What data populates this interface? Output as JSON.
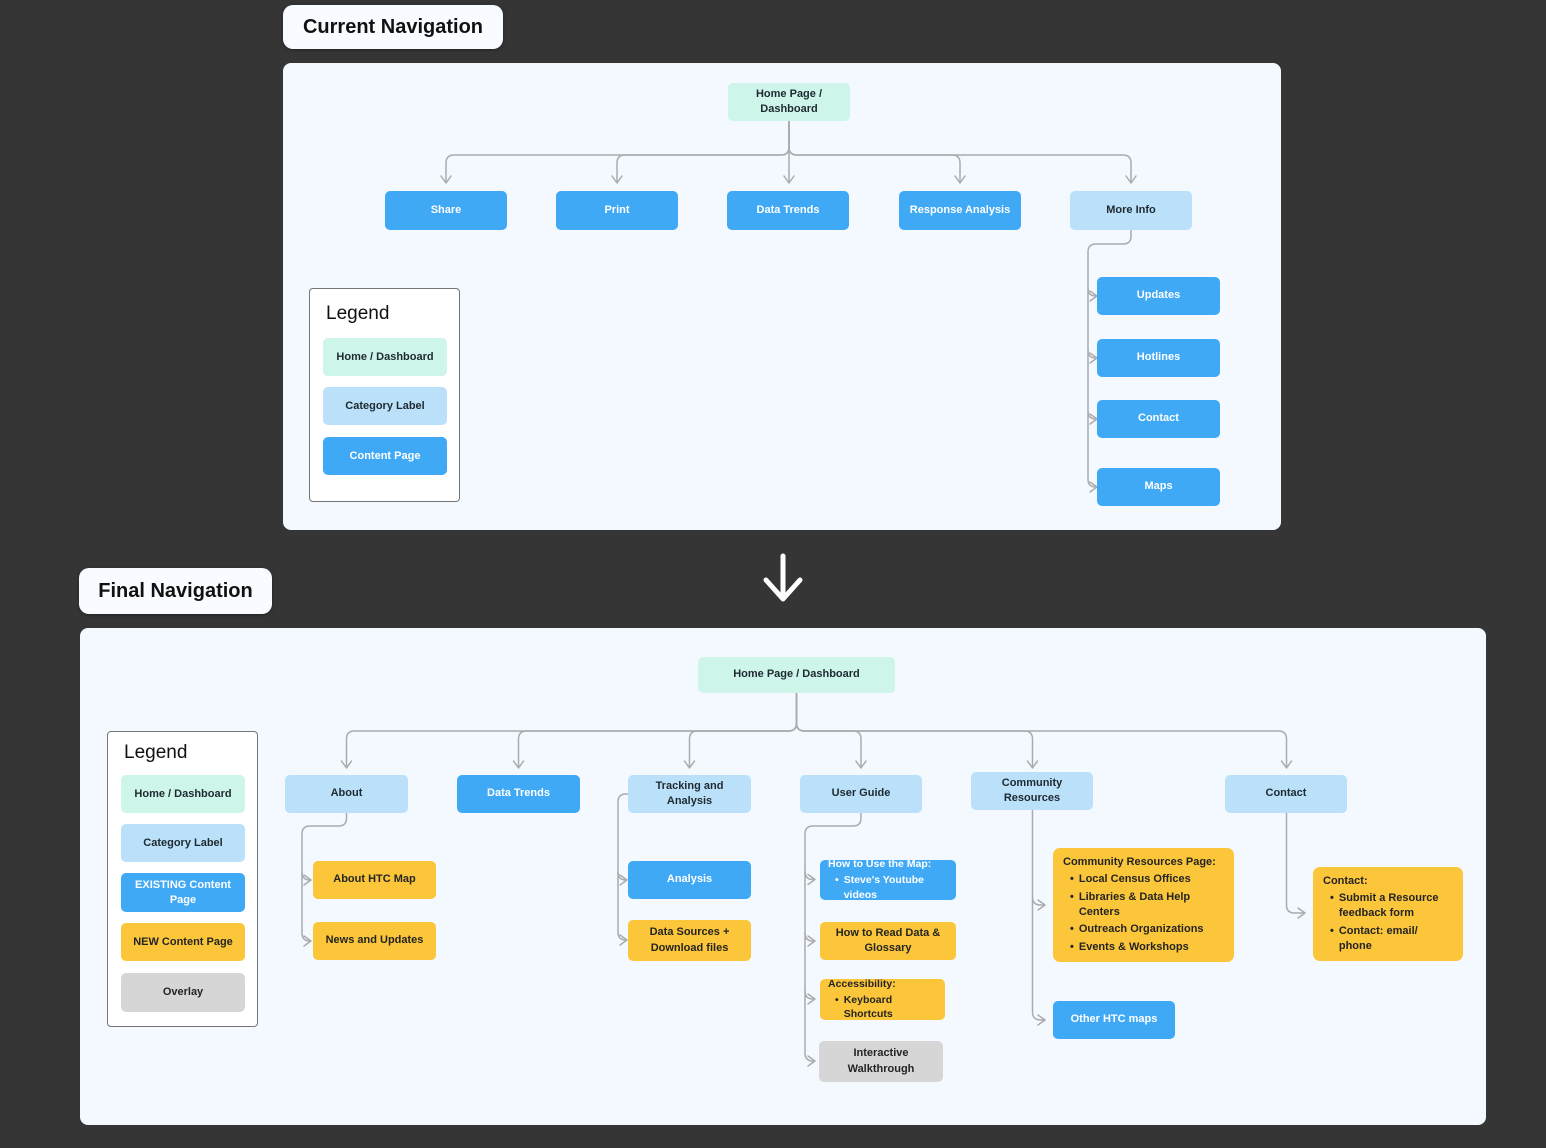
{
  "colors": {
    "canvas_background": "#353535",
    "panel_background": "#f3f9fe",
    "home_dashboard": "#cdf5ea",
    "category_label": "#bbe0fa",
    "content_page_blue": "#3fa9f6",
    "new_content_yellow": "#fcc63a",
    "overlay_gray": "#d6d6d6",
    "connector_gray": "#ababad"
  },
  "current": {
    "title": "Current Navigation",
    "home_label": "Home Page / Dashboard",
    "nodes": {
      "share": "Share",
      "print": "Print",
      "data_trends": "Data Trends",
      "response_analysis": "Response Analysis",
      "more_info": "More Info",
      "updates": "Updates",
      "hotlines": "Hotlines",
      "contact": "Contact",
      "maps": "Maps"
    },
    "legend": {
      "title": "Legend",
      "home": "Home / Dashboard",
      "category": "Category Label",
      "content": "Content Page"
    }
  },
  "final": {
    "title": "Final Navigation",
    "home_label": "Home Page / Dashboard",
    "categories": {
      "about": "About",
      "data_trends": "Data Trends",
      "tracking": "Tracking and Analysis",
      "user_guide": "User Guide",
      "community": "Community Resources",
      "contact": "Contact"
    },
    "children": {
      "about_htc_map": "About HTC Map",
      "news_updates": "News and Updates",
      "analysis": "Analysis",
      "data_sources": "Data Sources + Download files",
      "how_to_use": {
        "title": "How to Use the Map:",
        "bullets": [
          "Steve's Youtube videos"
        ]
      },
      "how_to_read": "How to Read Data & Glossary",
      "accessibility": {
        "title": "Accessibility:",
        "bullets": [
          "Keyboard Shortcuts"
        ]
      },
      "walkthrough": "Interactive Walkthrough",
      "community_page": {
        "title": "Community Resources Page:",
        "bullets": [
          "Local Census Offices",
          "Libraries & Data Help Centers",
          "Outreach Organizations",
          "Events & Workshops"
        ]
      },
      "other_htc": "Other HTC maps",
      "contact_page": {
        "title": "Contact:",
        "bullets": [
          "Submit a Resource feedback form",
          "Contact: email/ phone"
        ]
      }
    },
    "legend": {
      "title": "Legend",
      "home": "Home / Dashboard",
      "category": "Category Label",
      "existing": "EXISTING Content Page",
      "new_page": "NEW Content Page",
      "overlay": "Overlay"
    }
  }
}
